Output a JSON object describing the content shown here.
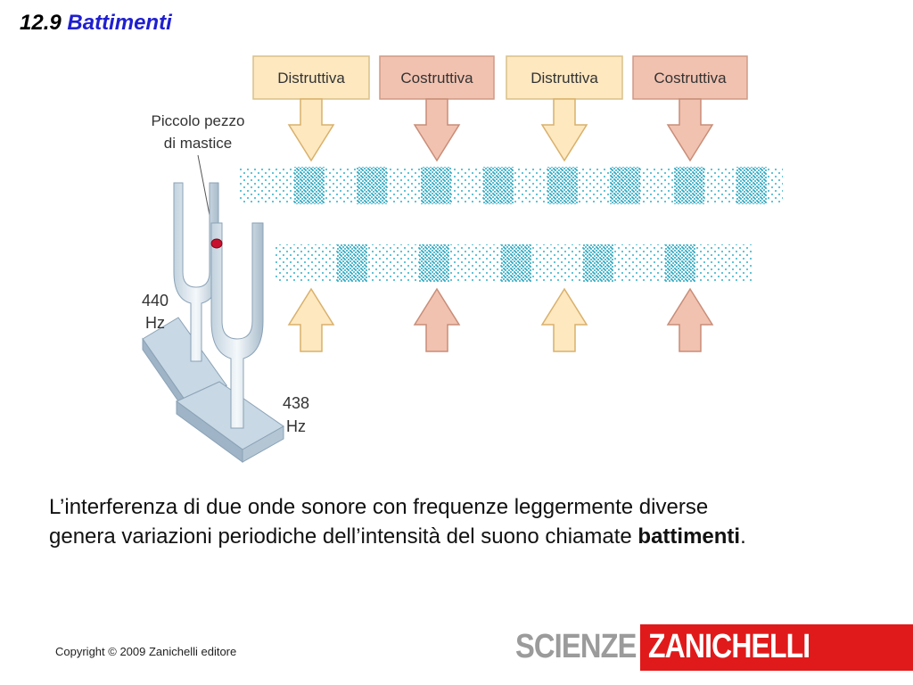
{
  "header": {
    "number": "12.9",
    "title": "Battimenti"
  },
  "diagram": {
    "top_labels": [
      "Distruttiva",
      "Costruttiva",
      "Distruttiva",
      "Costruttiva"
    ],
    "putty_label_line1": "Piccolo pezzo",
    "putty_label_line2": "di mastice",
    "fork1_freq": "440",
    "fork1_unit": "Hz",
    "fork2_freq": "438",
    "fork2_unit": "Hz",
    "colors": {
      "destructive": "#fde8c0",
      "constructive": "#f2c2b0",
      "dots": "#33b0c8"
    }
  },
  "caption": {
    "line1": "L’interferenza di due onde sonore con frequenze leggermente diverse",
    "line2_text": "genera variazioni periodiche dell’intensità del suono chiamate ",
    "line2_bold": "battimenti",
    "line2_end": "."
  },
  "footer": {
    "copyright": "Copyright © 2009 Zanichelli editore",
    "brand_left": "SCIENZE",
    "brand_right": "ZANICHELLI"
  }
}
